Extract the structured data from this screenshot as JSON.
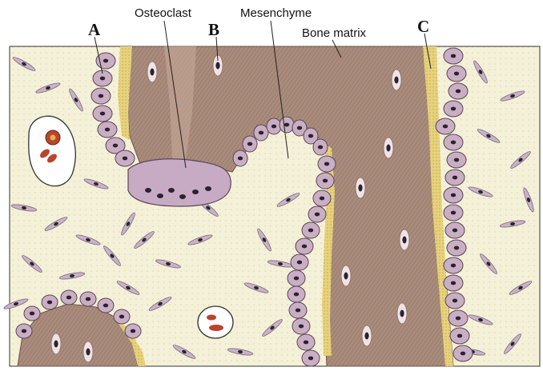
{
  "labels": {
    "osteoclast": "Osteoclast",
    "mesenchyme": "Mesenchyme",
    "bone_matrix": "Bone matrix",
    "letter_a": "A",
    "letter_b": "B",
    "letter_c": "C"
  },
  "colors": {
    "mesenchyme_bg": "#f3f0d6",
    "bone_matrix": "#a88a78",
    "osteoblast": "#c9aec4",
    "osteoid": "#e4cf7a",
    "nucleus": "#2b2230",
    "blood_cell": "#b8452d"
  }
}
